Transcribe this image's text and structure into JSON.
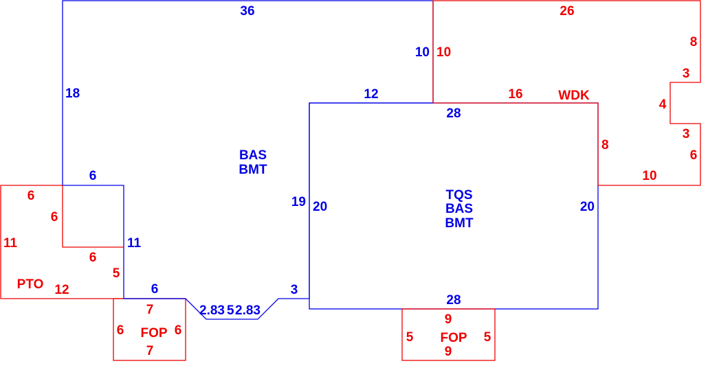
{
  "colors": {
    "living": "#0000e6",
    "exterior": "#ee0000"
  },
  "bas_area": {
    "labels": [
      "BAS",
      "BMT"
    ],
    "dims": {
      "top": "36",
      "left": "18",
      "step_top": "6",
      "step_side": "11",
      "bottom_left": "6",
      "diag1": "2.83",
      "diag2": "5",
      "diag3": "2.83",
      "bottom_right": "3",
      "right": "19",
      "upper_right": "12",
      "upper_side": "10"
    }
  },
  "tqs_area": {
    "labels": [
      "TQS",
      "BAS",
      "BMT"
    ],
    "dims": {
      "top": "28",
      "left": "20",
      "right": "20",
      "bottom": "28"
    }
  },
  "wdk": {
    "label": "WDK",
    "dims": {
      "top": "26",
      "left": "10",
      "bottom_left": "16",
      "right_top": "8",
      "notch_top": "3",
      "notch": "4",
      "notch_bottom": "3",
      "right_bottom": "6",
      "bottom": "10",
      "inner": "8"
    }
  },
  "pto": {
    "label": "PTO",
    "dims": {
      "top": "6",
      "inner_side": "6",
      "left": "11",
      "inner_bottom": "6",
      "right": "5",
      "bottom": "12"
    }
  },
  "fop_left": {
    "label": "FOP",
    "dims": {
      "top": "7",
      "left": "6",
      "right": "6",
      "bottom": "7"
    }
  },
  "fop_bottom": {
    "label": "FOP",
    "dims": {
      "top": "9",
      "left": "5",
      "right": "5",
      "bottom": "9"
    }
  }
}
